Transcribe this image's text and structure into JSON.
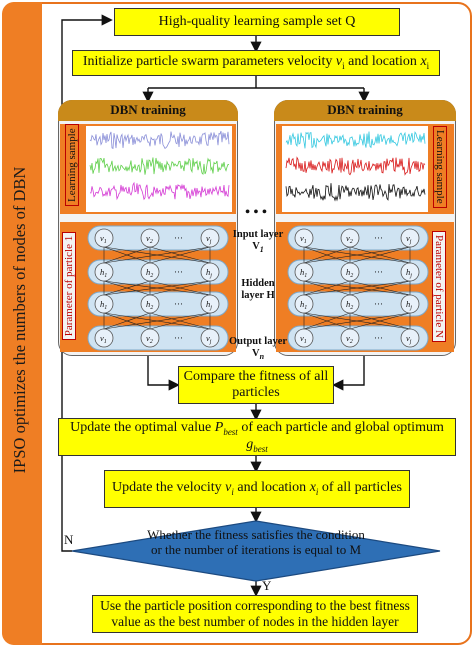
{
  "side_label": "IPSO optimizes the numbers of nodes of DBN",
  "boxes": {
    "q": "High-quality learning sample set Q",
    "init_pre": "Initialize particle swarm parameters velocity ",
    "init_v": "v",
    "init_i": "i",
    "init_mid": " and location ",
    "init_x": "x",
    "compare": "Compare the fitness of all particles",
    "pbest_pre": "Update the optimal value ",
    "pbest_P": "P",
    "pbest_sub": "best",
    "pbest_mid": " of each particle and global optimum ",
    "pbest_g": "g",
    "velocity_pre": "Update the velocity ",
    "velocity_mid": " and location ",
    "velocity_post": " of all particles",
    "decision": "Whether the fitness satisfies the condition or the number of iterations is equal to M",
    "final": "Use the particle position corresponding to the best fitness value as the best number of nodes in the hidden layer"
  },
  "dbn": {
    "title": "DBN training",
    "learning_sample": "Learning sample",
    "param_left": "Parameter of particle 1",
    "param_right": "Parameter of particle N",
    "ellipsis": "• • •"
  },
  "layers": {
    "input": "Input layer V",
    "input_sub": "1",
    "hidden": "Hidden",
    "hidden2": "layer H",
    "output": "Output layer V",
    "output_sub": "n"
  },
  "nodes": {
    "v1": "v",
    "v1s": "1",
    "v2": "v",
    "v2s": "2",
    "vj": "v",
    "vjs": "j",
    "dots": "···",
    "h1": "h",
    "h1s": "1",
    "h2": "h",
    "h2s": "2",
    "hj": "h",
    "hjs": "j"
  },
  "decision_no": "N",
  "decision_yes": "Y",
  "colors": {
    "yellow": "#ffff00",
    "orange": "#ef7e24",
    "panel_head": "#c98a1a",
    "diamond": "#2e6fb5",
    "arrow_blue": "#2b9be0"
  }
}
